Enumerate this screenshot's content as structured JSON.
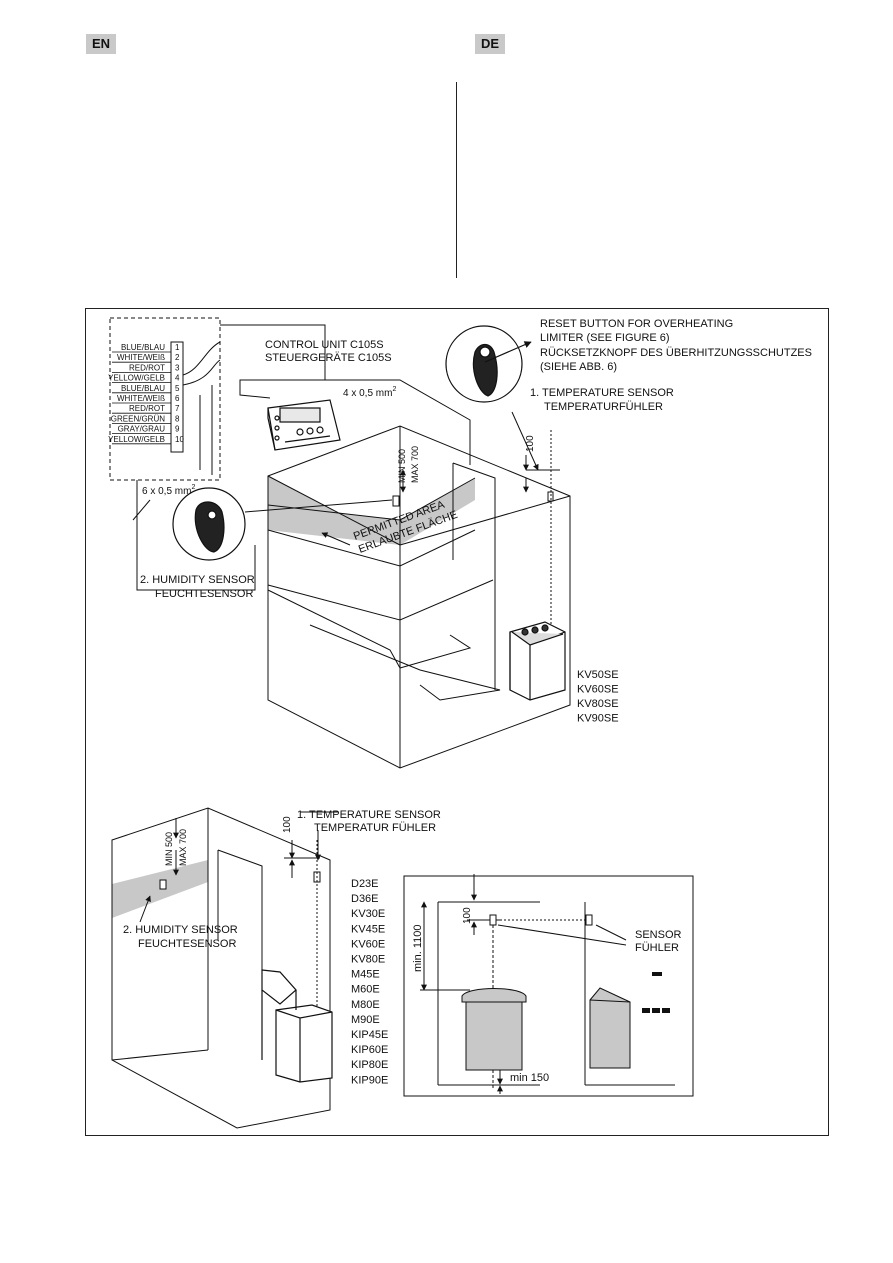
{
  "header": {
    "lang_left": "EN",
    "lang_right": "DE"
  },
  "wiring": {
    "wires": [
      {
        "num": "1",
        "label": "BLUE/BLAU"
      },
      {
        "num": "2",
        "label": "WHITE/WEIß"
      },
      {
        "num": "3",
        "label": "RED/ROT"
      },
      {
        "num": "4",
        "label": "YELLOW/GELB"
      },
      {
        "num": "5",
        "label": "BLUE/BLAU"
      },
      {
        "num": "6",
        "label": "WHITE/WEIß"
      },
      {
        "num": "7",
        "label": "RED/ROT"
      },
      {
        "num": "8",
        "label": "GREEN/GRÜN"
      },
      {
        "num": "9",
        "label": "GRAY/GRAU"
      },
      {
        "num": "10",
        "label": "YELLOW/GELB"
      }
    ],
    "cable_6": "6 x 0,5 mm",
    "cable_6_sup": "2",
    "cable_4": "4 x 0,5 mm",
    "cable_4_sup": "2"
  },
  "upper": {
    "control_unit_en": "CONTROL UNIT C105S",
    "control_unit_de": "STEUERGERÄTE C105S",
    "reset_1": "RESET BUTTON FOR OVERHEATING",
    "reset_2": "LIMITER (SEE FIGURE 6)",
    "reset_3": "RÜCKSETZKNOPF DES ÜBERHITZUNGSSCHUTZES",
    "reset_4": "(SIEHE ABB. 6)",
    "temp_en": "1. TEMPERATURE SENSOR",
    "temp_de": "TEMPERATURFÜHLER",
    "dim_100": "100",
    "min_500": "MIN 500",
    "max_700": "MAX 700",
    "permitted_en": "PERMITTED AREA",
    "permitted_de": "ERLAUBTE FLÄCHE",
    "humidity_en": "2. HUMIDITY SENSOR",
    "humidity_de": "FEUCHTESENSOR",
    "models": [
      "KV50SE",
      "KV60SE",
      "KV80SE",
      "KV90SE"
    ]
  },
  "lower": {
    "temp_en": "1. TEMPERATURE SENSOR",
    "temp_de": "TEMPERATUR FÜHLER",
    "dim_100": "100",
    "min_500": "MIN 500",
    "max_700": "MAX 700",
    "humidity_en": "2. HUMIDITY SENSOR",
    "humidity_de": "FEUCHTESENSOR",
    "models": [
      "D23E",
      "D36E",
      "KV30E",
      "KV45E",
      "KV60E",
      "KV80E",
      "M45E",
      "M60E",
      "M80E",
      "M90E",
      "KIP45E",
      "KIP60E",
      "KIP80E",
      "KIP90E"
    ]
  },
  "detail": {
    "dim_100": "100",
    "min_1100": "min. 1100",
    "min_150": "min 150",
    "sensor_en": "SENSOR",
    "sensor_de": "FÜHLER"
  }
}
